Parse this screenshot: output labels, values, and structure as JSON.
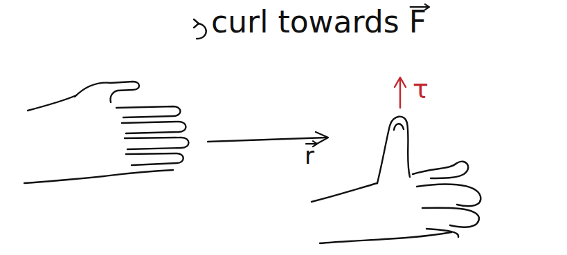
{
  "diagram": {
    "labels": [
      "curl towards F",
      "r",
      "τ"
    ]
  }
}
